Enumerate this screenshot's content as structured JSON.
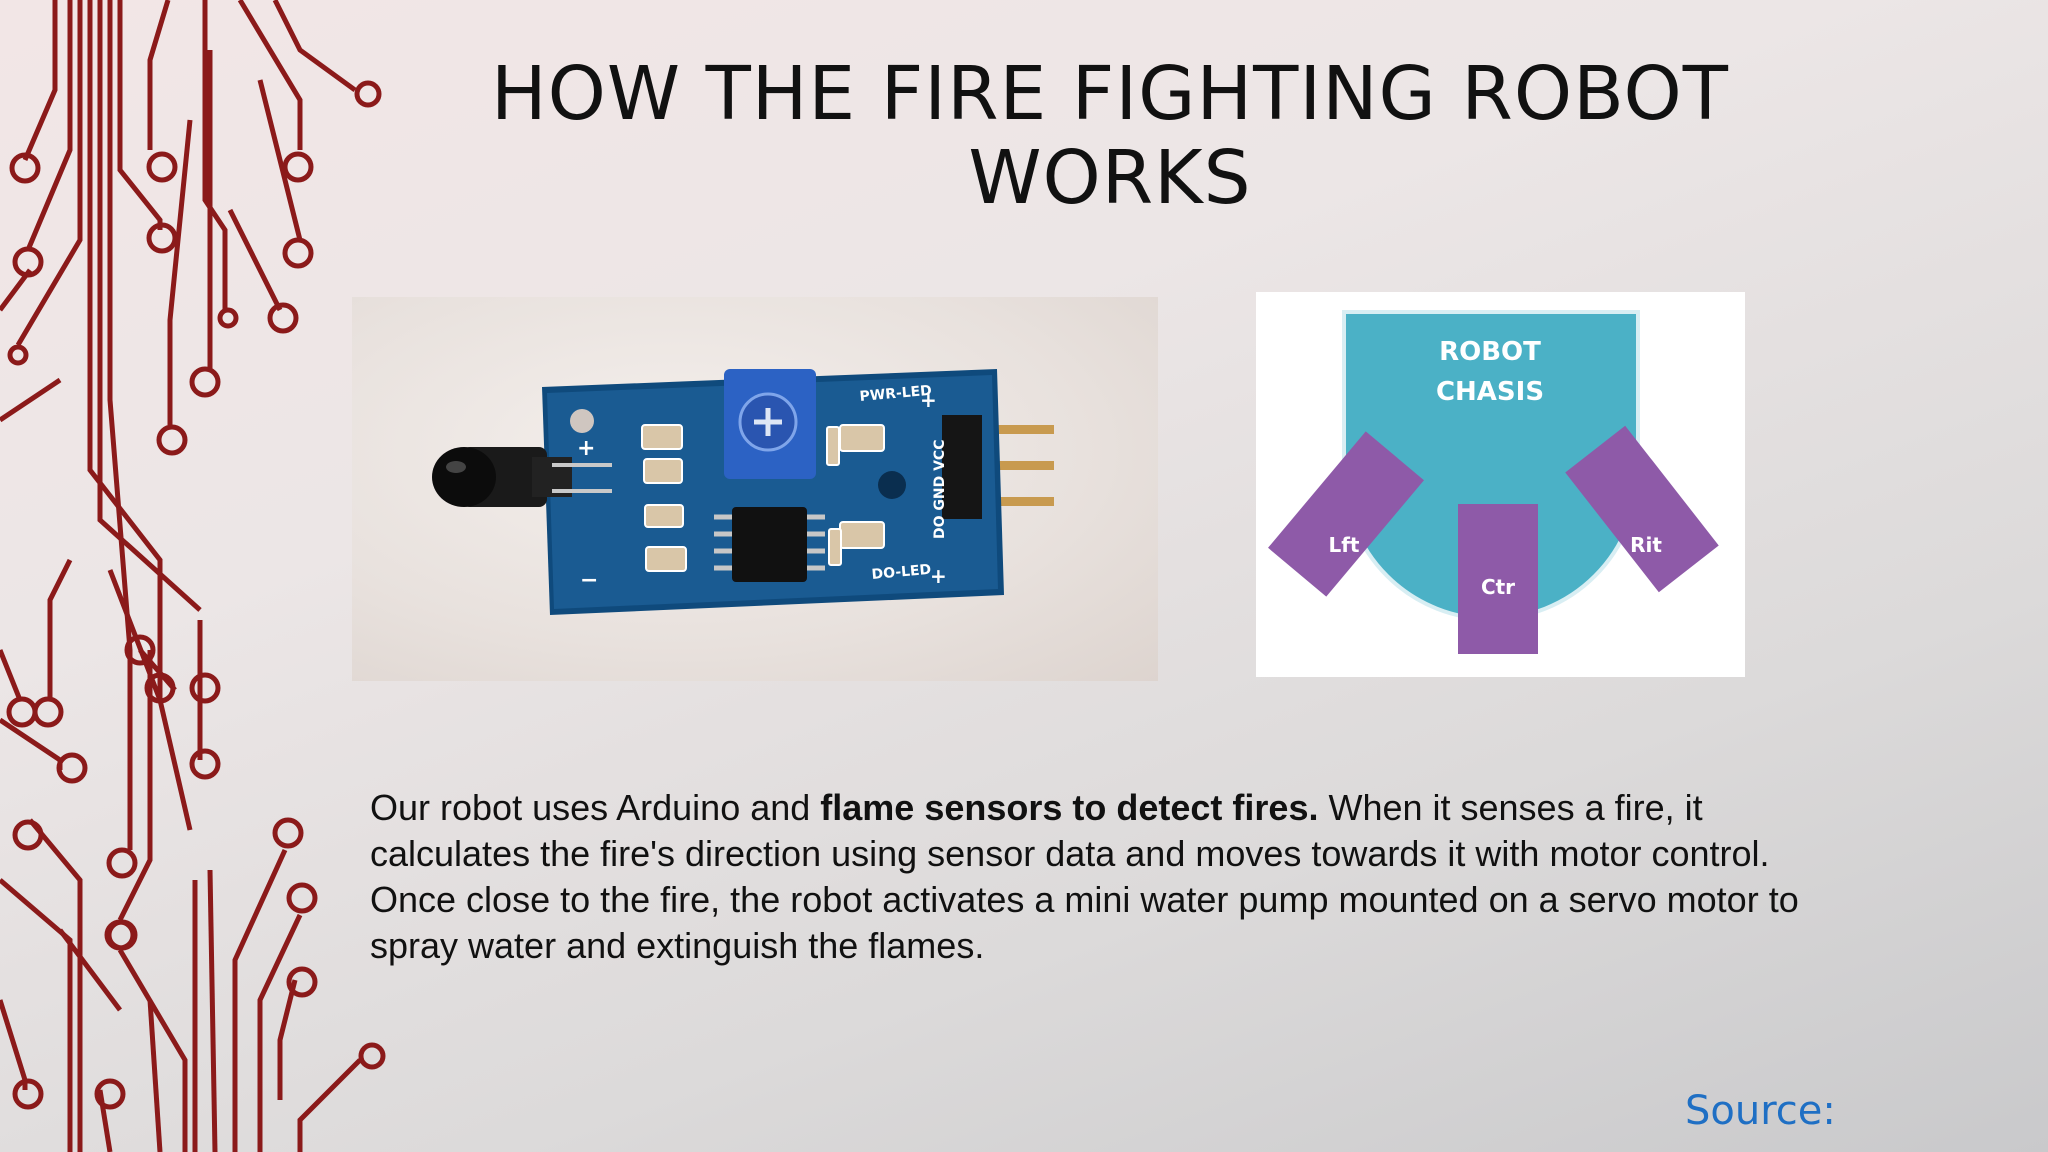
{
  "slide": {
    "title": "HOW THE FIRE FIGHTING ROBOT WORKS",
    "description": {
      "before": "Our robot uses Arduino and ",
      "bold": "flame sensors to detect fires.",
      "after": " When it senses a fire, it calculates the fire's direction using sensor data and moves towards it with motor control. Once close to the fire, the robot activates a mini water pump mounted on a servo motor to spray water and extinguish the flames."
    },
    "source_label": "Source:"
  },
  "sensor_photo": {
    "labels": {
      "pwr_led": "PWR-LED",
      "do_led": "DO-LED",
      "pins": "DO GND VCC",
      "plus1": "+",
      "plus2": "+",
      "plus3": "+",
      "minus": "−"
    }
  },
  "chassis_diagram": {
    "chassis_line1": "ROBOT",
    "chassis_line2": "CHASIS",
    "left": "Lft",
    "center": "Ctr",
    "right": "Rit"
  },
  "colors": {
    "circuit": "#8b1a1a",
    "chassis": "#4bb1c6",
    "sensor": "#8e5aa8",
    "source": "#1f6fc4"
  }
}
